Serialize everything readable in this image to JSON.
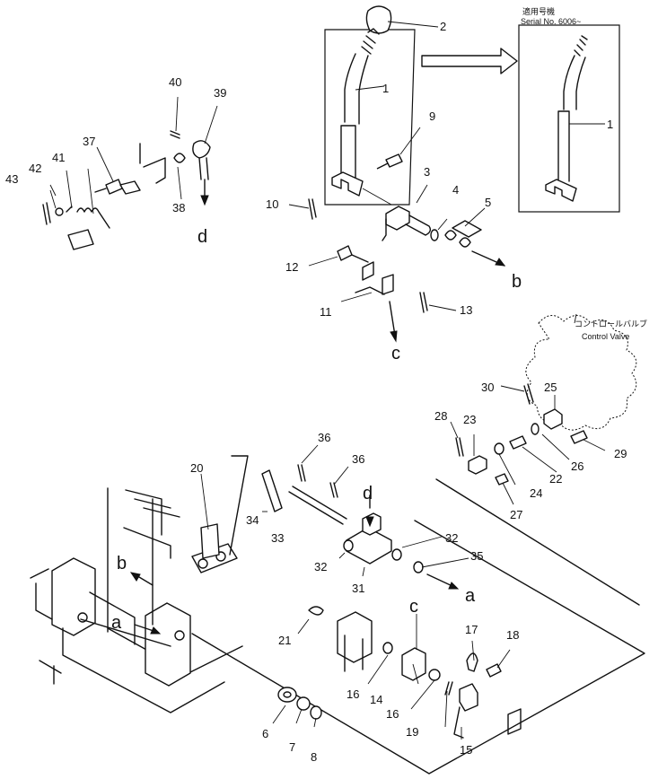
{
  "serial_note": {
    "label_jp": "適用号機",
    "label_serial": "Serial No. 6006~"
  },
  "control_valve": {
    "label_jp": "コントロールバルブ",
    "label_en": "Control Valve"
  },
  "callouts": [
    {
      "id": "c1a",
      "text": "1"
    },
    {
      "id": "c1b",
      "text": "1"
    },
    {
      "id": "c2",
      "text": "2"
    },
    {
      "id": "c3",
      "text": "3"
    },
    {
      "id": "c4",
      "text": "4"
    },
    {
      "id": "c5",
      "text": "5"
    },
    {
      "id": "c6",
      "text": "6"
    },
    {
      "id": "c7",
      "text": "7"
    },
    {
      "id": "c8",
      "text": "8"
    },
    {
      "id": "c9",
      "text": "9"
    },
    {
      "id": "c10",
      "text": "10"
    },
    {
      "id": "c11",
      "text": "11"
    },
    {
      "id": "c12",
      "text": "12"
    },
    {
      "id": "c13",
      "text": "13"
    },
    {
      "id": "c14",
      "text": "14"
    },
    {
      "id": "c15",
      "text": "15"
    },
    {
      "id": "c16a",
      "text": "16"
    },
    {
      "id": "c16b",
      "text": "16"
    },
    {
      "id": "c17",
      "text": "17"
    },
    {
      "id": "c18",
      "text": "18"
    },
    {
      "id": "c19",
      "text": "19"
    },
    {
      "id": "c20",
      "text": "20"
    },
    {
      "id": "c21",
      "text": "21"
    },
    {
      "id": "c22",
      "text": "22"
    },
    {
      "id": "c23",
      "text": "23"
    },
    {
      "id": "c24",
      "text": "24"
    },
    {
      "id": "c25",
      "text": "25"
    },
    {
      "id": "c26",
      "text": "26"
    },
    {
      "id": "c27",
      "text": "27"
    },
    {
      "id": "c28",
      "text": "28"
    },
    {
      "id": "c29",
      "text": "29"
    },
    {
      "id": "c30",
      "text": "30"
    },
    {
      "id": "c31",
      "text": "31"
    },
    {
      "id": "c32a",
      "text": "32"
    },
    {
      "id": "c32b",
      "text": "32"
    },
    {
      "id": "c33",
      "text": "33"
    },
    {
      "id": "c34",
      "text": "34"
    },
    {
      "id": "c35",
      "text": "35"
    },
    {
      "id": "c36a",
      "text": "36"
    },
    {
      "id": "c36b",
      "text": "36"
    },
    {
      "id": "c37",
      "text": "37"
    },
    {
      "id": "c38",
      "text": "38"
    },
    {
      "id": "c39",
      "text": "39"
    },
    {
      "id": "c40",
      "text": "40"
    },
    {
      "id": "c41",
      "text": "41"
    },
    {
      "id": "c42",
      "text": "42"
    },
    {
      "id": "c43",
      "text": "43"
    }
  ],
  "connectors": [
    {
      "id": "a1",
      "text": "a"
    },
    {
      "id": "a2",
      "text": "a"
    },
    {
      "id": "b1",
      "text": "b"
    },
    {
      "id": "b2",
      "text": "b"
    },
    {
      "id": "cc1",
      "text": "c"
    },
    {
      "id": "cc2",
      "text": "c"
    },
    {
      "id": "d1",
      "text": "d"
    },
    {
      "id": "d2",
      "text": "d"
    }
  ]
}
